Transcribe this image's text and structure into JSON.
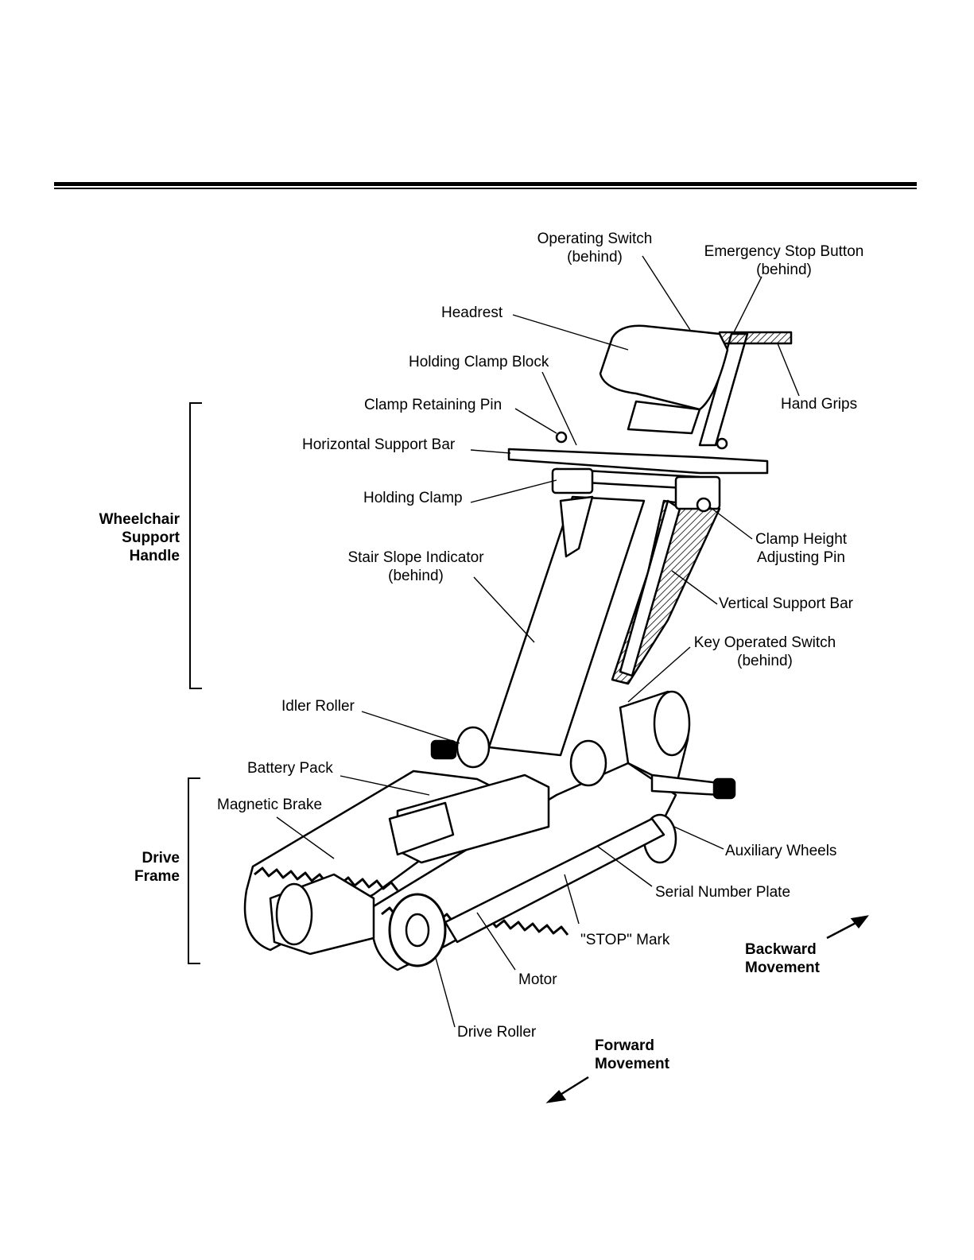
{
  "groups": {
    "support_handle": [
      "Wheelchair",
      "Support",
      "Handle"
    ],
    "drive_frame": [
      "Drive",
      "Frame"
    ]
  },
  "labels": {
    "operating_switch": [
      "Operating Switch",
      "(behind)"
    ],
    "emergency_stop": [
      "Emergency Stop Button",
      "(behind)"
    ],
    "headrest": "Headrest",
    "holding_clamp_block": "Holding Clamp Block",
    "hand_grips": "Hand Grips",
    "clamp_retaining_pin": "Clamp Retaining Pin",
    "horizontal_support_bar": "Horizontal Support Bar",
    "holding_clamp": "Holding Clamp",
    "clamp_height_adjusting_pin": [
      "Clamp Height",
      "Adjusting Pin"
    ],
    "stair_slope_indicator": [
      "Stair Slope Indicator",
      "(behind)"
    ],
    "vertical_support_bar": "Vertical Support Bar",
    "key_operated_switch": [
      "Key Operated Switch",
      "(behind)"
    ],
    "idler_roller": "Idler Roller",
    "battery_pack": "Battery Pack",
    "magnetic_brake": "Magnetic Brake",
    "auxiliary_wheels": "Auxiliary Wheels",
    "serial_number_plate": "Serial Number Plate",
    "stop_mark": "\"STOP\" Mark",
    "motor": "Motor",
    "drive_roller": "Drive Roller"
  },
  "directions": {
    "backward": [
      "Backward",
      "Movement"
    ],
    "forward": [
      "Forward",
      "Movement"
    ]
  }
}
